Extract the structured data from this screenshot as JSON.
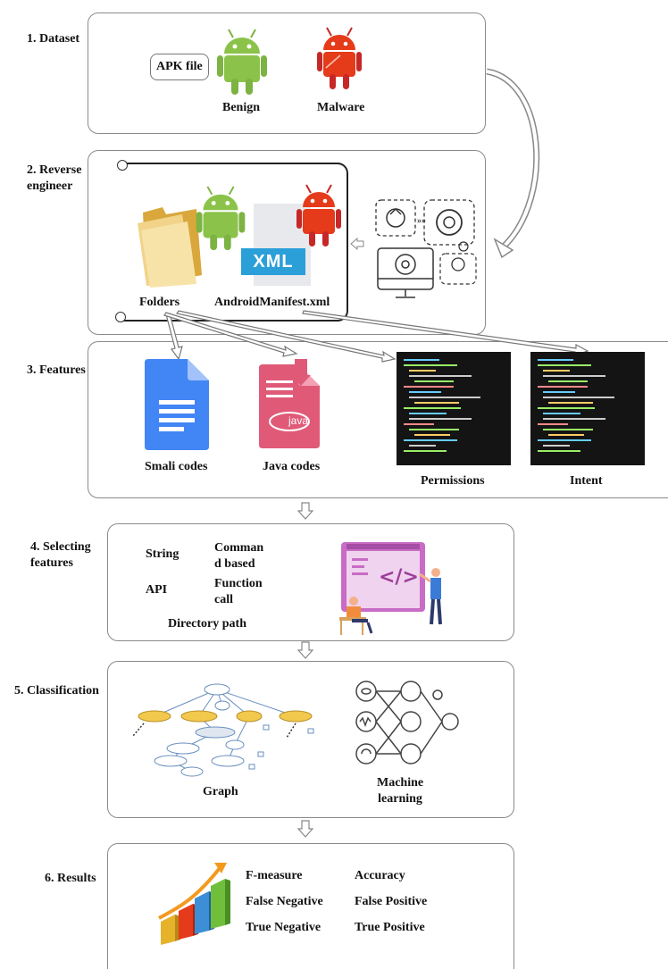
{
  "stages": {
    "s1": {
      "label": "1. Dataset",
      "apk": "APK file",
      "benign": "Benign",
      "malware": "Malware"
    },
    "s2": {
      "label_line1": "2. Reverse",
      "label_line2": "engineer",
      "folders": "Folders",
      "manifest": "AndroidManifest.xml",
      "xml_badge": "XML"
    },
    "s3": {
      "label": "3. Features",
      "smali": "Smali codes",
      "java": "Java codes",
      "java_badge": "java",
      "permissions": "Permissions",
      "intent": "Intent"
    },
    "s4": {
      "label_line1": "4. Selecting",
      "label_line2": "features",
      "string": "String",
      "api": "API",
      "cmd1": "Comman",
      "cmd2": "d based",
      "func1": "Function",
      "func2": "call",
      "dir": "Directory path"
    },
    "s5": {
      "label": "5. Classification",
      "graph": "Graph",
      "ml1": "Machine",
      "ml2": "learning"
    },
    "s6": {
      "label": "6. Results",
      "fmeasure": "F-measure",
      "accuracy": "Accuracy",
      "fn": "False Negative",
      "fp": "False Positive",
      "tn": "True Negative",
      "tp": "True Positive"
    }
  },
  "colors": {
    "android_green": "#8bc34a",
    "android_red": "#e53b1a",
    "docs_blue": "#4285f4",
    "java_pink": "#e05a78",
    "code_bg": "#141414"
  },
  "icons": [
    "android-benign-icon",
    "android-malware-icon",
    "folder-icon",
    "xml-file-icon",
    "gears-monitor-icon",
    "smali-doc-icon",
    "java-file-icon",
    "code-screenshot-icon",
    "developers-illustration",
    "graph-diagram-icon",
    "neural-network-icon",
    "bar-chart-icon"
  ]
}
